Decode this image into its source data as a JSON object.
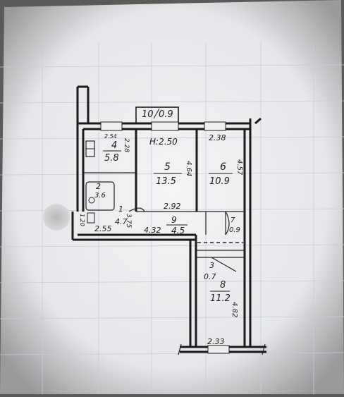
{
  "plan": {
    "balcony": {
      "label": "10",
      "area": "0.9"
    },
    "ceiling_height": "H:2.50",
    "rooms": [
      {
        "id": "room-1",
        "number": "1",
        "area": "4.7"
      },
      {
        "id": "room-2",
        "number": "2",
        "area": "3.6"
      },
      {
        "id": "room-3",
        "number": "3",
        "area": "0.7"
      },
      {
        "id": "room-4",
        "number": "4",
        "area": "5.8"
      },
      {
        "id": "room-5",
        "number": "5",
        "area": "13.5"
      },
      {
        "id": "room-6",
        "number": "6",
        "area": "10.9"
      },
      {
        "id": "room-7",
        "number": "7",
        "area": "0.9"
      },
      {
        "id": "room-8",
        "number": "8",
        "area": "11.2"
      },
      {
        "id": "room-9",
        "number": "9",
        "area": "4.5"
      }
    ],
    "dimensions": {
      "d_254": "2.54",
      "d_238": "2.38",
      "d_292": "2.92",
      "d_255": "2.55",
      "d_432": "4.32",
      "d_233": "2.33",
      "d_464": "4.64",
      "d_457": "4.57",
      "d_228": "2.28",
      "d_120": "1.20",
      "d_375": "3.75",
      "d_482": "4.82"
    }
  }
}
